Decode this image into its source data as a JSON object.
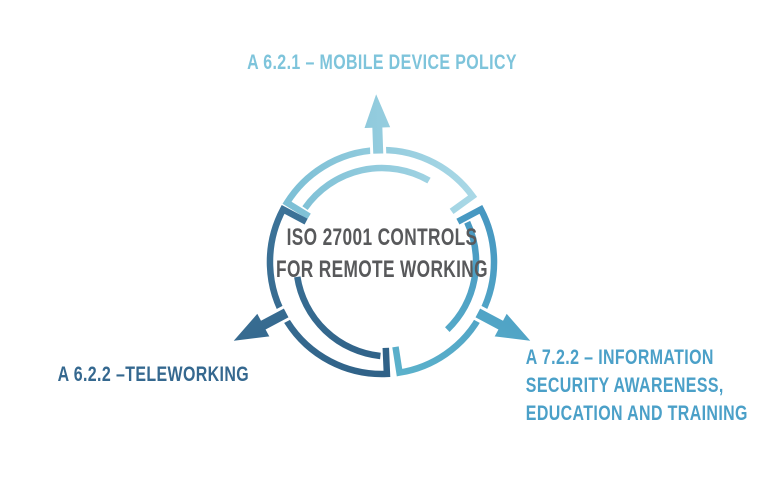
{
  "diagram": {
    "title": {
      "line1": "ISO 27001 CONTROLS",
      "line2": "FOR REMOTE WORKING",
      "color": "#58595B"
    },
    "labels": {
      "mobile_device_policy": {
        "text": "A 6.2.1 – MOBILE DEVICE POLICY",
        "color": "#7EC4DB"
      },
      "infosec_awareness": {
        "line1": "A 7.2.2 – INFORMATION",
        "line2": "SECURITY AWARENESS,",
        "line3": "EDUCATION AND TRAINING",
        "color": "#4BA0C8"
      },
      "teleworking": {
        "text": "A 6.2.2 –TELEWORKING",
        "color": "#35688F"
      }
    },
    "bands": {
      "light": {
        "start": "#7CBFD5",
        "end": "#A9D8E6"
      },
      "medium": {
        "start": "#4697C1",
        "end": "#5BB1CB"
      },
      "dark": {
        "start": "#3D7398",
        "end": "#2F6187"
      }
    },
    "background": "#FFFFFF"
  }
}
